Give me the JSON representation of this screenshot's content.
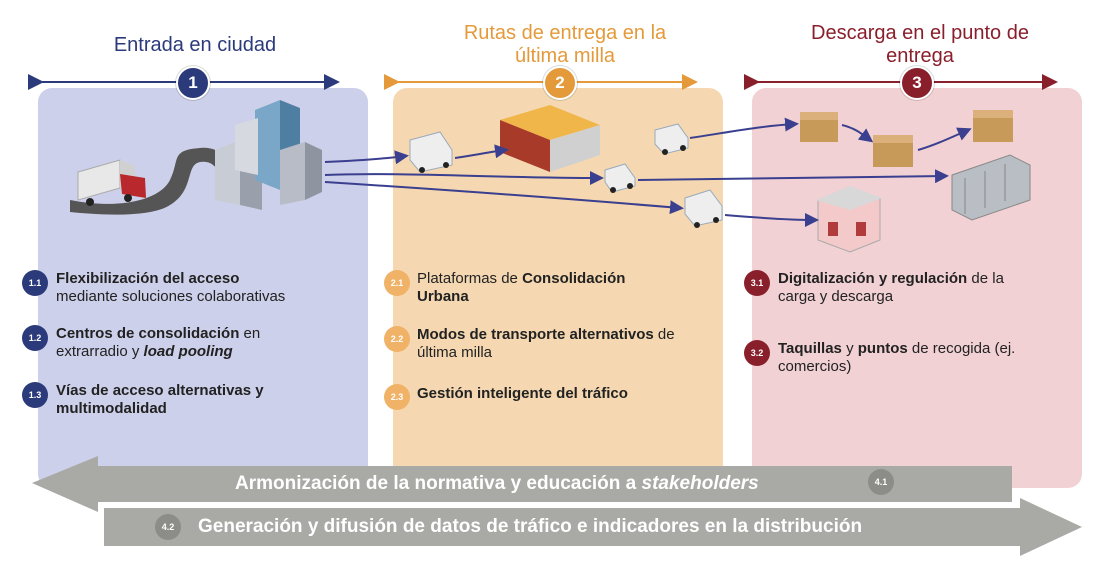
{
  "columns": [
    {
      "number": "1",
      "title": "Entrada en ciudad",
      "color": "#2b3a7a"
    },
    {
      "number": "2",
      "title_line1": "Rutas de entrega en la",
      "title_line2": "última milla",
      "color": "#e49a3a"
    },
    {
      "number": "3",
      "title_line1": "Descarga en el punto de",
      "title_line2": "entrega",
      "color": "#8a1f2c"
    }
  ],
  "items": {
    "c1": [
      {
        "badge": "1.1",
        "bold": "Flexibilización del acceso",
        "rest": "mediante soluciones colaborativas"
      },
      {
        "badge": "1.2",
        "bold": "Centros de consolidación",
        "mid": " en",
        "line2": "extrarradio y ",
        "italic_bold": "load pooling"
      },
      {
        "badge": "1.3",
        "bold": "Vías de acceso alternativas y",
        "bold2": "multimodalidad"
      }
    ],
    "c2": [
      {
        "badge": "2.1",
        "pre": "Plataformas de ",
        "bold": "Consolidación",
        "bold2": "Urbana"
      },
      {
        "badge": "2.2",
        "bold": "Modos de transporte alternativos",
        "mid": " de",
        "line2": "última milla"
      },
      {
        "badge": "2.3",
        "bold": "Gestión inteligente del tráfico"
      }
    ],
    "c3": [
      {
        "badge": "3.1",
        "bold": "Digitalización y regulación",
        "mid": " de la",
        "line2": "carga y descarga"
      },
      {
        "badge": "3.2",
        "bold": "Taquillas",
        "mid": " y ",
        "bold_b": "puntos",
        "mid2": " de recogida (ej.",
        "line2": "comercios)"
      }
    ]
  },
  "banners": [
    {
      "badge": "4.1",
      "text": "Armonización de la normativa y educación a ",
      "italic": "stakeholders"
    },
    {
      "badge": "4.2",
      "text": "Generación y difusión de datos de tráfico e indicadores en la distribución"
    }
  ],
  "colors": {
    "panel1": "#cdd0ea",
    "panel2": "#f5d8b1",
    "panel3": "#f2d1d4",
    "banner": "#a9aaa6",
    "flow": "#3a3f8f"
  }
}
